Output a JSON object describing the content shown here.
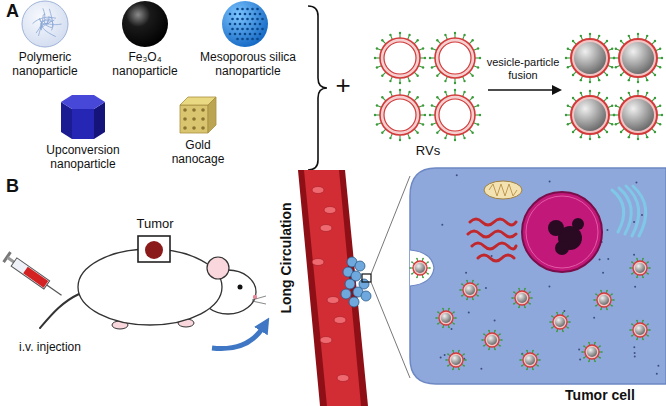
{
  "diagram": {
    "labels": [
      "A",
      "Polymeric nanoparticle",
      "Fe₃O₄ nanoparticle",
      "Mesoporous silica nanoparticle",
      "Upconversion nanoparticle",
      "Gold nanocage",
      "+",
      "RVs",
      "vesicle-particle fusion",
      "B",
      "Tumor",
      "i.v. injection",
      "Long Circulation",
      "Tumor cell"
    ]
  }
}
